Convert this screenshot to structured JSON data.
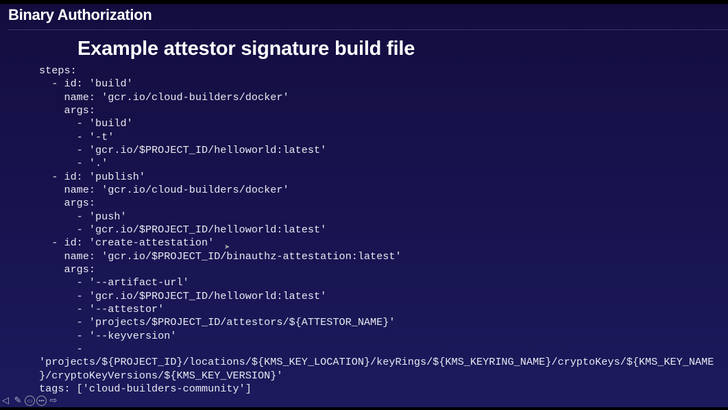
{
  "header": {
    "title": "Binary Authorization"
  },
  "slide": {
    "title": "Example attestor signature build file",
    "code_lines": [
      "steps:",
      "  - id: 'build'",
      "    name: 'gcr.io/cloud-builders/docker'",
      "    args:",
      "      - 'build'",
      "      - '-t'",
      "      - 'gcr.io/$PROJECT_ID/helloworld:latest'",
      "      - '.'",
      "  - id: 'publish'",
      "    name: 'gcr.io/cloud-builders/docker'",
      "    args:",
      "      - 'push'",
      "      - 'gcr.io/$PROJECT_ID/helloworld:latest'",
      "  - id: 'create-attestation'",
      "    name: 'gcr.io/$PROJECT_ID/binauthz-attestation:latest'",
      "    args:",
      "      - '--artifact-url'",
      "      - 'gcr.io/$PROJECT_ID/helloworld:latest'",
      "      - '--attestor'",
      "      - 'projects/$PROJECT_ID/attestors/${ATTESTOR_NAME}'",
      "      - '--keyversion'",
      "      -",
      "'projects/${PROJECT_ID}/locations/${KMS_KEY_LOCATION}/keyRings/${KMS_KEYRING_NAME}/cryptoKeys/${KMS_KEY_NAME",
      "}/cryptoKeyVersions/${KMS_KEY_VERSION}'",
      "tags: ['cloud-builders-community']"
    ]
  },
  "toolbar": {
    "icons": [
      "previous-icon",
      "pen-icon",
      "zoom-icon",
      "more-icon",
      "next-icon"
    ]
  },
  "colors": {
    "background": "#17124c",
    "text": "#ffffff"
  }
}
